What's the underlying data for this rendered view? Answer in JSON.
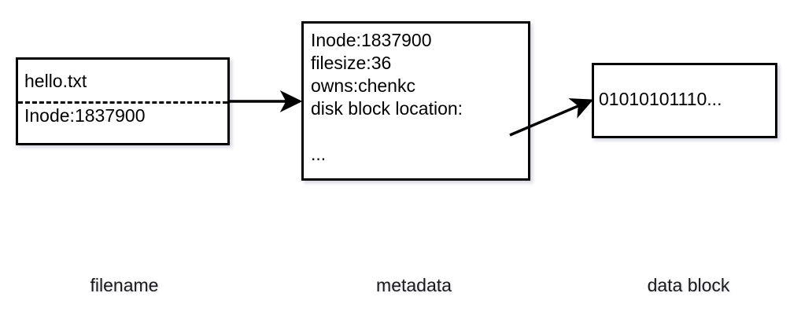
{
  "diagram": {
    "title": "unix file inode data block diagram",
    "background_color": "#ffffff",
    "stroke_color": "#000000"
  },
  "nodes": {
    "filename_box": {
      "name": "hello.txt",
      "inode": "Inode:1837900"
    },
    "metadata_box": {
      "lines": [
        "Inode:1837900",
        "filesize:36",
        "owns:chenkc",
        "disk block location:",
        "..."
      ]
    },
    "datablock_box": {
      "bits": "01010101110..."
    }
  },
  "captions": {
    "filename": "filename",
    "metadata": "metadata",
    "datablock": "data block"
  },
  "connectors": [
    {
      "id": "filename-to-metadata",
      "from": "filename_box",
      "to": "metadata_box",
      "style": "solid-arrow-horizontal"
    },
    {
      "id": "metadata-to-datablock",
      "from": "metadata_box",
      "to": "datablock_box",
      "style": "solid-arrow-diagonal"
    }
  ]
}
